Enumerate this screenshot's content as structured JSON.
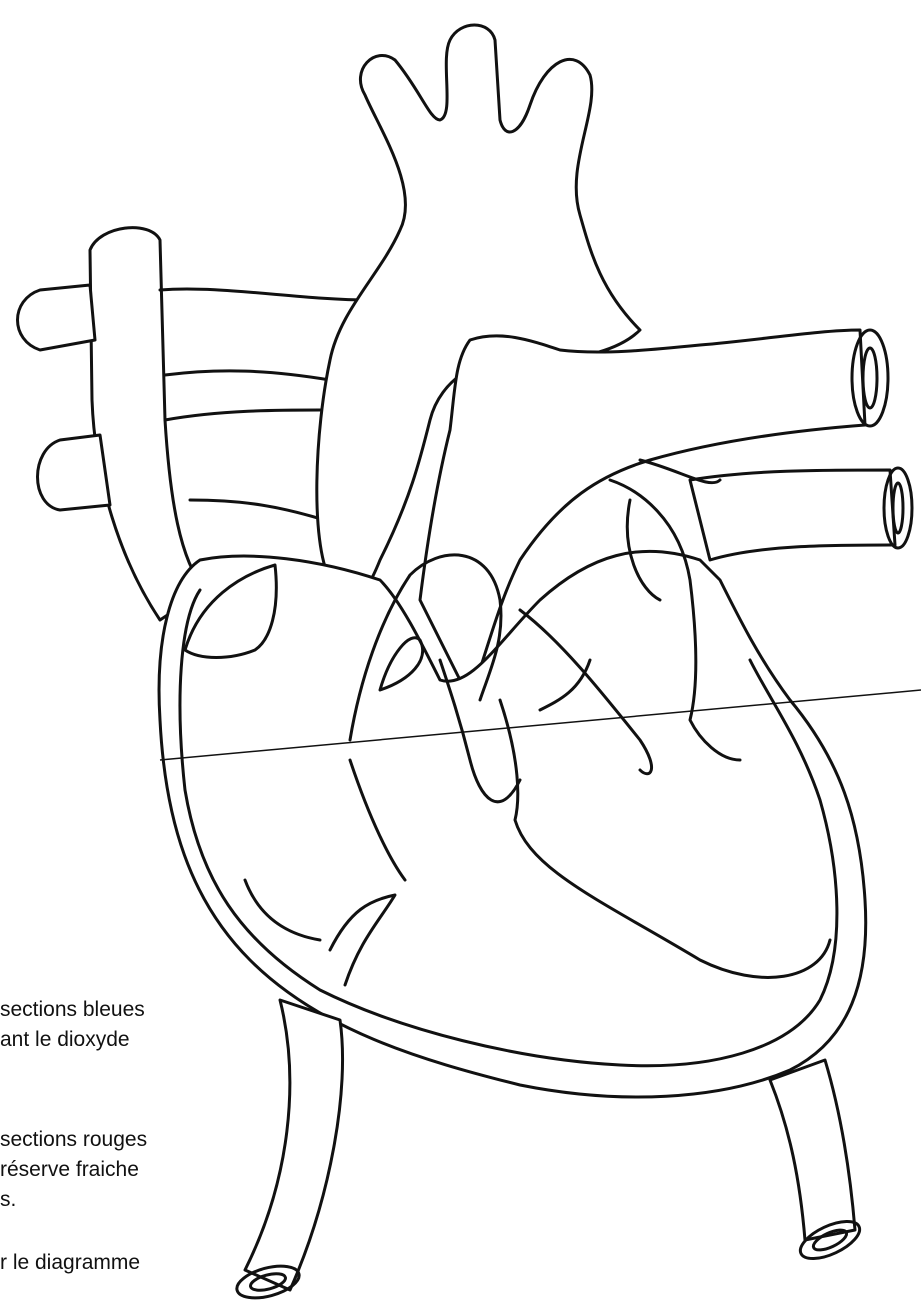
{
  "captions": [
    [
      "sections bleues",
      "ant le dioxyde"
    ],
    [
      "sections rouges",
      "réserve fraiche",
      "s."
    ],
    [
      "r le diagramme"
    ]
  ],
  "colors": {
    "line": "#111111",
    "background": "#ffffff"
  }
}
